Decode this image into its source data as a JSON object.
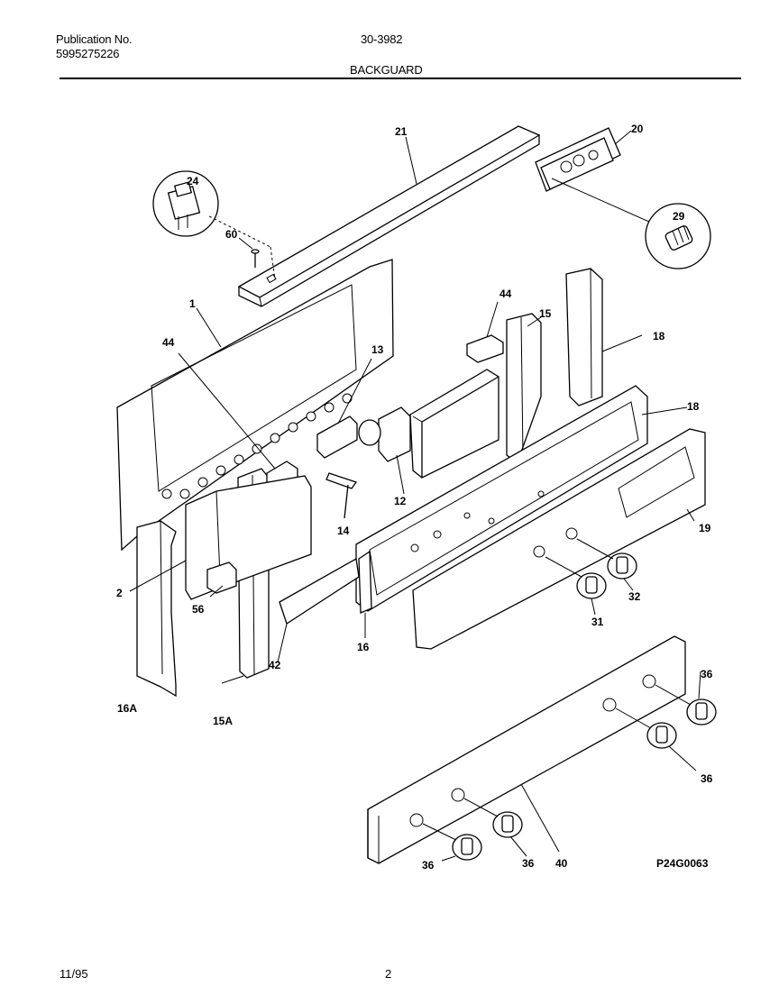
{
  "header": {
    "publication_label": "Publication No.",
    "publication_number": "5995275226",
    "model": "30-3982",
    "section": "BACKGUARD"
  },
  "footer": {
    "date": "11/95",
    "page": "2"
  },
  "diagram": {
    "drawing_id": "P24G0063",
    "callouts": [
      "21",
      "20",
      "24",
      "60",
      "29",
      "1",
      "44",
      "13",
      "44",
      "15",
      "18",
      "18",
      "19",
      "12",
      "14",
      "2",
      "56",
      "16",
      "42",
      "31",
      "32",
      "16A",
      "15A",
      "36",
      "36",
      "36",
      "36",
      "40"
    ]
  }
}
